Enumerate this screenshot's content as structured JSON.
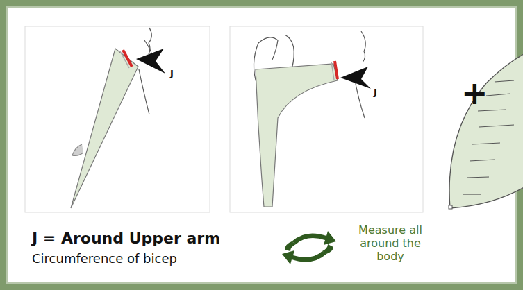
{
  "diagram": {
    "labels": [
      "J",
      "J",
      "+",
      "J = Around Upper arm",
      "Circumference of bicep",
      "Measure all around the body"
    ]
  }
}
